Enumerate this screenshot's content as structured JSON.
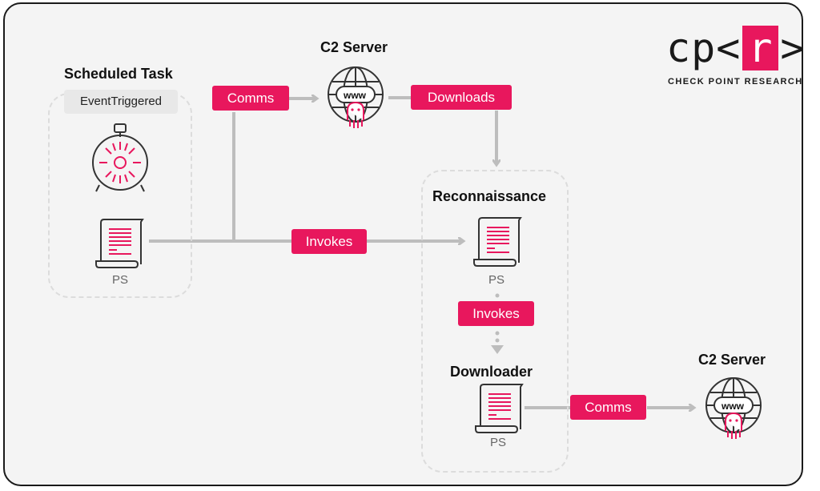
{
  "logo": {
    "prefix": "cp<",
    "letter": "r",
    "suffix": ">",
    "subtitle": "CHECK POINT RESEARCH"
  },
  "scheduled_task": {
    "title": "Scheduled Task",
    "tag": "EventTriggered",
    "script_label": "PS"
  },
  "c2_server_top": {
    "title": "C2 Server",
    "www": "www"
  },
  "c2_server_bottom": {
    "title": "C2 Server",
    "www": "www"
  },
  "reconnaissance": {
    "title": "Reconnaissance",
    "script_label": "PS"
  },
  "downloader": {
    "title": "Downloader",
    "script_label": "PS"
  },
  "edges": {
    "comms_top": "Comms",
    "downloads": "Downloads",
    "invokes_main": "Invokes",
    "invokes_inner": "Invokes",
    "comms_bottom": "Comms"
  },
  "colors": {
    "accent": "#e8175d",
    "connector": "#bdbdbd",
    "frame": "#1a1a1a"
  }
}
